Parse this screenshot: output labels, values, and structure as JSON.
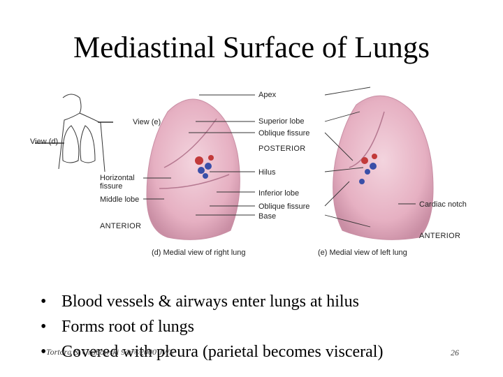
{
  "slide": {
    "title": "Mediastinal Surface of Lungs",
    "footer": "Tortora & Grabowski 9/e ©2000 JWS",
    "page_number": "26"
  },
  "figure": {
    "labels": {
      "apex": "Apex",
      "view_e": "View (e)",
      "view_d": "View (d)",
      "superior_lobe": "Superior lobe",
      "oblique_fissure_top": "Oblique fissure",
      "posterior": "POSTERIOR",
      "hilus": "Hilus",
      "horizontal_fissure_1": "Horizontal",
      "horizontal_fissure_2": "fissure",
      "middle_lobe": "Middle lobe",
      "inferior_lobe": "Inferior lobe",
      "oblique_fissure_bottom": "Oblique fissure",
      "base": "Base",
      "cardiac_notch": "Cardiac notch",
      "anterior_left": "ANTERIOR",
      "anterior_right": "ANTERIOR",
      "caption_right_lung": "(d) Medial view of right lung",
      "caption_left_lung": "(e) Medial view of left lung"
    }
  },
  "bullets": [
    "Blood vessels & airways enter lungs at hilus",
    "Forms root of lungs",
    "Covered with pleura (parietal becomes visceral)"
  ],
  "colors": {
    "lung_fill": "#e8b6c6",
    "lung_edge": "#c98ea4",
    "vessel_red": "#c23a3a",
    "vessel_blue": "#3a4fa8",
    "leader_line": "#333333"
  }
}
